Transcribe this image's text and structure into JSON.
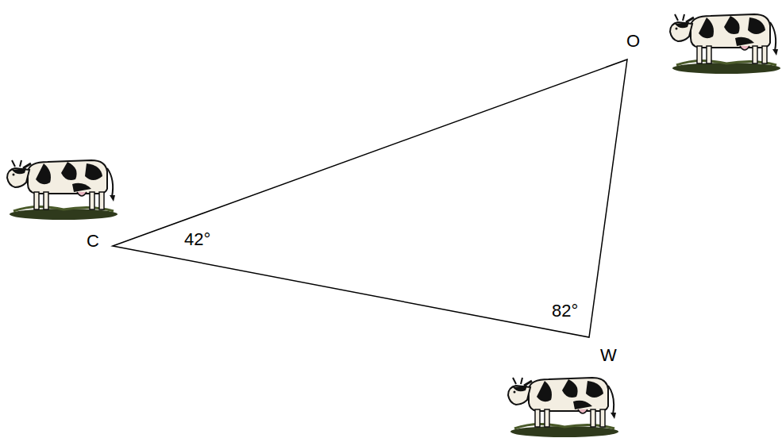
{
  "diagram": {
    "labels": [
      "O",
      "C",
      "W",
      "42°",
      "82°"
    ]
  }
}
